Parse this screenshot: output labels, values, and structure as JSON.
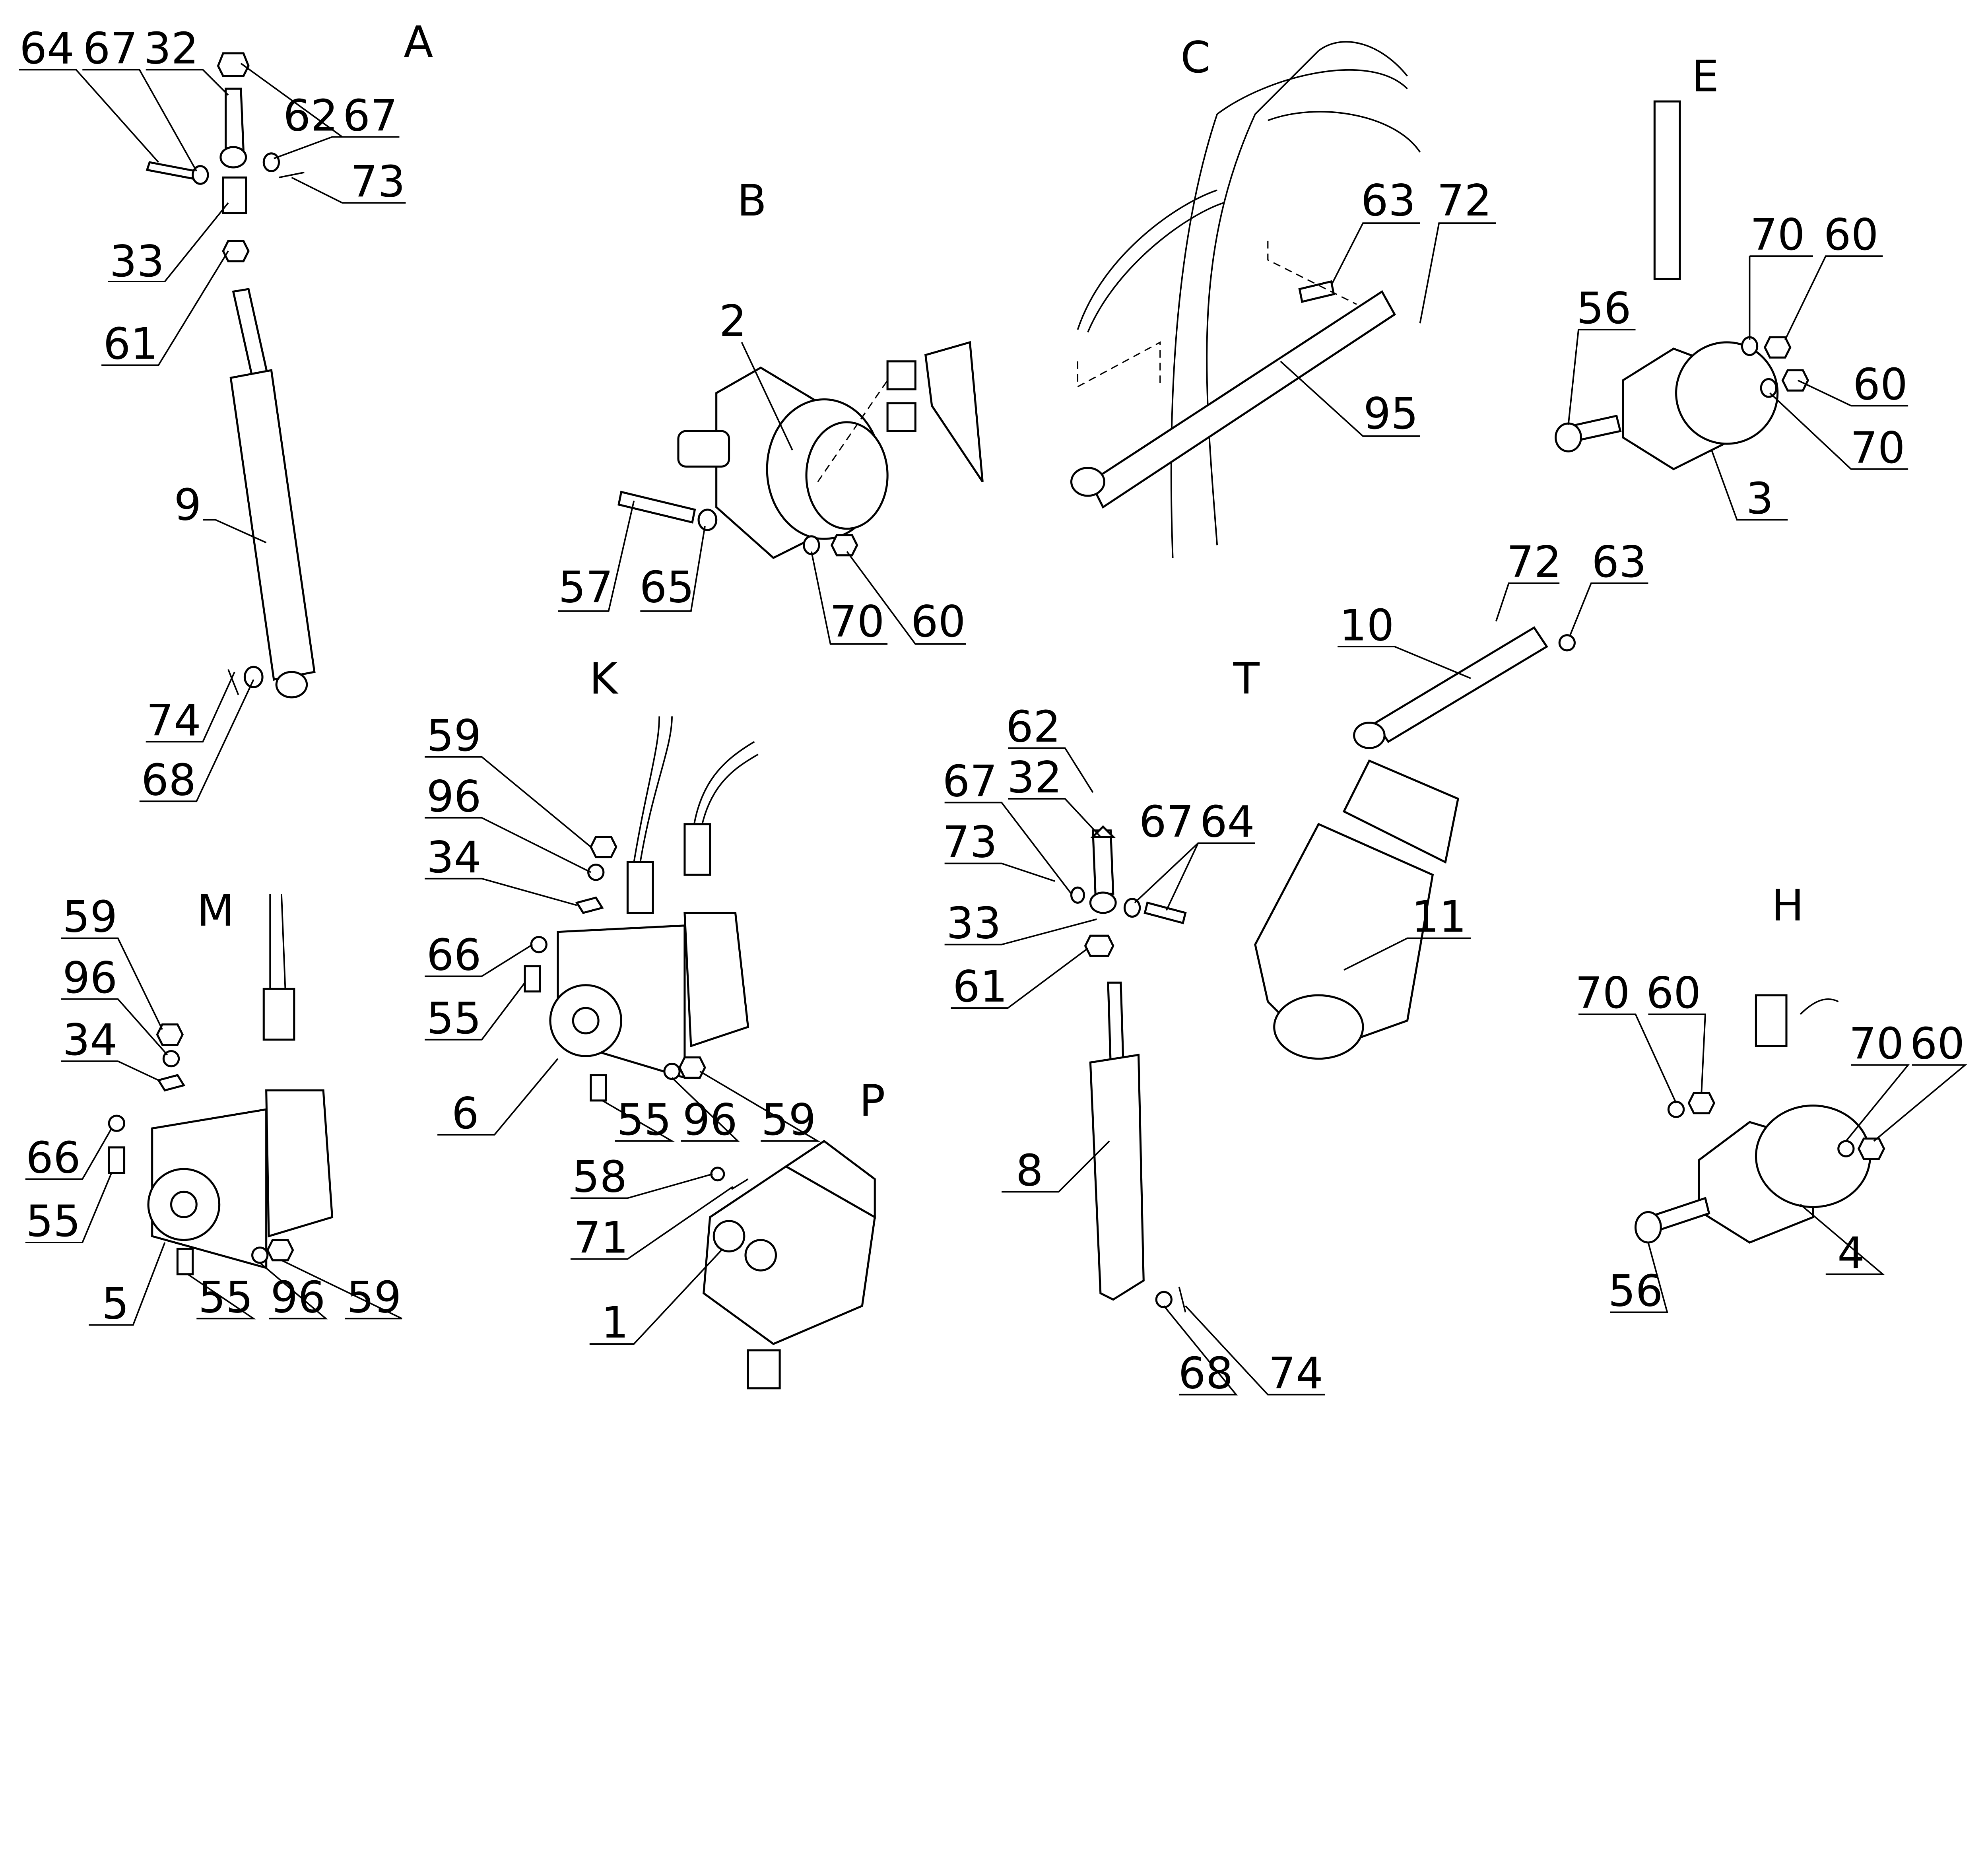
{
  "groups": {
    "A": "A",
    "B": "B",
    "C": "C",
    "E": "E",
    "K": "K",
    "T": "T",
    "M": "M",
    "H": "H",
    "P": "P"
  },
  "callouts": {
    "A": [
      "64",
      "67",
      "32",
      "62",
      "67",
      "73",
      "33",
      "61",
      "9",
      "74",
      "68"
    ],
    "B": [
      "2",
      "57",
      "65",
      "70",
      "60"
    ],
    "C": [
      "63",
      "72",
      "95"
    ],
    "E": [
      "56",
      "70",
      "60",
      "60",
      "70",
      "3"
    ],
    "T2": [
      "10",
      "72",
      "63",
      "11"
    ],
    "T": [
      "62",
      "32",
      "67",
      "73",
      "67",
      "64",
      "33",
      "61",
      "8",
      "68",
      "74"
    ],
    "K": [
      "59",
      "96",
      "34",
      "66",
      "55",
      "6",
      "55",
      "96",
      "59"
    ],
    "M": [
      "59",
      "96",
      "34",
      "66",
      "55",
      "5",
      "55",
      "96",
      "59"
    ],
    "P": [
      "58",
      "71",
      "1"
    ],
    "H": [
      "70",
      "60",
      "70",
      "60",
      "56",
      "4"
    ]
  }
}
